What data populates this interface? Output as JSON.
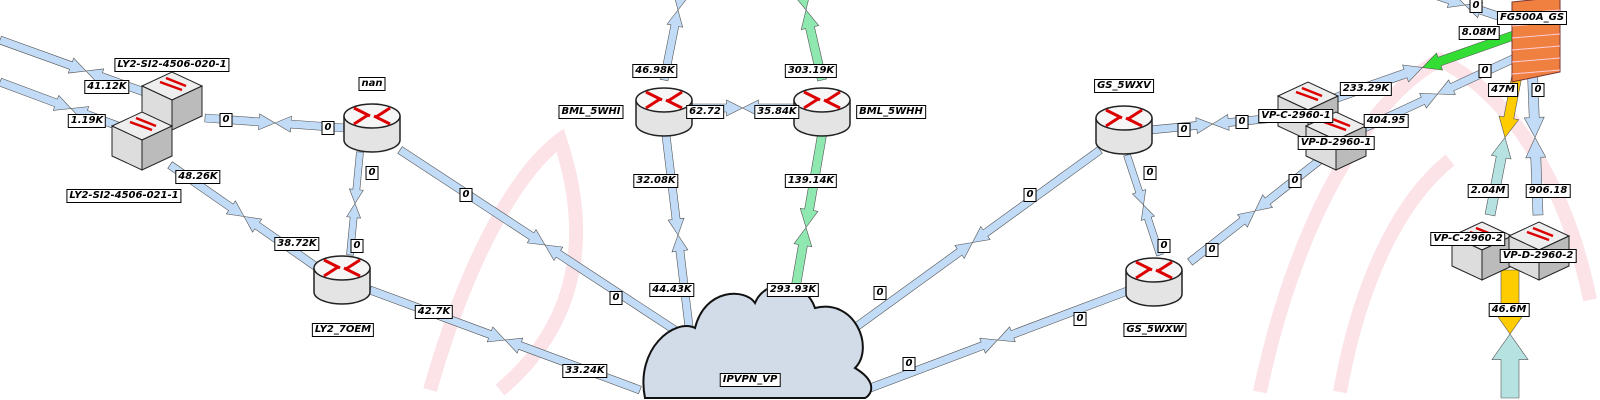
{
  "colors": {
    "link_low": "#c2dcf7",
    "link_green_light": "#8fe8b0",
    "link_green": "#33dd33",
    "link_yellow": "#ffcc00",
    "link_cyan": "#b6e2e2",
    "router_arrow": "#dd0000",
    "firewall": "#f08040",
    "cloud": "#d2dbe8",
    "watermark": "#fbe3e8"
  },
  "nodes": [
    {
      "id": "sw020",
      "type": "switch",
      "label": "LY2-SI2-4506-020-1"
    },
    {
      "id": "sw021",
      "type": "switch",
      "label": "LY2-SI2-4506-021-1"
    },
    {
      "id": "nan",
      "type": "router",
      "label": "nan"
    },
    {
      "id": "ly2_7oem",
      "type": "router",
      "label": "LY2_7OEM"
    },
    {
      "id": "bml_5whi",
      "type": "router",
      "label": "BML_5WHI"
    },
    {
      "id": "bml_5whh",
      "type": "router",
      "label": "BML_5WHH"
    },
    {
      "id": "ipvpn",
      "type": "cloud",
      "label": "IPVPN_VP"
    },
    {
      "id": "gs_5wxv",
      "type": "router",
      "label": "GS_5WXV"
    },
    {
      "id": "gs_5wxw",
      "type": "router",
      "label": "GS_5WXW"
    },
    {
      "id": "vpc1",
      "type": "switch",
      "label": "VP-C-2960-1"
    },
    {
      "id": "vpd1",
      "type": "switch",
      "label": "VP-D-2960-1"
    },
    {
      "id": "fg500a",
      "type": "firewall",
      "label": "FG500A_GS"
    },
    {
      "id": "vpc2",
      "type": "switch",
      "label": "VP-C-2960-2"
    },
    {
      "id": "vpd2",
      "type": "switch",
      "label": "VP-D-2960-2"
    }
  ],
  "links": [
    {
      "a_label": "41.12K",
      "b_label": "",
      "a_color": "link_low",
      "b_color": "link_low"
    },
    {
      "a_label": "1.19K",
      "b_label": "",
      "a_color": "link_low",
      "b_color": "link_low"
    },
    {
      "a_label": "0",
      "b_label": "0",
      "a_color": "link_low",
      "b_color": "link_low"
    },
    {
      "a_label": "48.26K",
      "b_label": "38.72K",
      "a_color": "link_low",
      "b_color": "link_low"
    },
    {
      "a_label": "0",
      "b_label": "0",
      "a_color": "link_low",
      "b_color": "link_low"
    },
    {
      "a_label": "0",
      "b_label": "0",
      "a_color": "link_low",
      "b_color": "link_low"
    },
    {
      "a_label": "42.7K",
      "b_label": "33.24K",
      "a_color": "link_low",
      "b_color": "link_low"
    },
    {
      "a_label": "46.98K",
      "b_label": "",
      "a_color": "link_low",
      "b_color": "link_low"
    },
    {
      "a_label": "62.72",
      "b_label": "35.84K",
      "a_color": "link_low",
      "b_color": "link_low"
    },
    {
      "a_label": "32.08K",
      "b_label": "44.43K",
      "a_color": "link_low",
      "b_color": "link_low"
    },
    {
      "a_label": "303.19K",
      "b_label": "",
      "a_color": "link_green_light",
      "b_color": "link_green_light"
    },
    {
      "a_label": "139.14K",
      "b_label": "293.93K",
      "a_color": "link_green_light",
      "b_color": "link_green_light"
    },
    {
      "a_label": "0",
      "b_label": "0",
      "a_color": "link_low",
      "b_color": "link_low"
    },
    {
      "a_label": "0",
      "b_label": "0",
      "a_color": "link_low",
      "b_color": "link_low"
    },
    {
      "a_label": "0",
      "b_label": "0",
      "a_color": "link_low",
      "b_color": "link_low"
    },
    {
      "a_label": "0",
      "b_label": "0",
      "a_color": "link_low",
      "b_color": "link_low"
    },
    {
      "a_label": "0",
      "b_label": "0",
      "a_color": "link_low",
      "b_color": "link_low"
    },
    {
      "a_label": "233.29K",
      "b_label": "8.08M",
      "a_color": "link_low",
      "b_color": "link_green"
    },
    {
      "a_label": "404.95",
      "b_label": "0",
      "a_color": "link_low",
      "b_color": "link_low"
    },
    {
      "a_label": "47M",
      "b_label": "2.04M",
      "a_color": "link_yellow",
      "b_color": "link_cyan"
    },
    {
      "a_label": "0",
      "b_label": "906.18",
      "a_color": "link_low",
      "b_color": "link_low"
    },
    {
      "a_label": "46.6M",
      "b_label": "",
      "a_color": "link_yellow",
      "b_color": "link_cyan"
    },
    {
      "a_label": "",
      "b_label": "0",
      "a_color": "link_low",
      "b_color": "link_low"
    }
  ]
}
